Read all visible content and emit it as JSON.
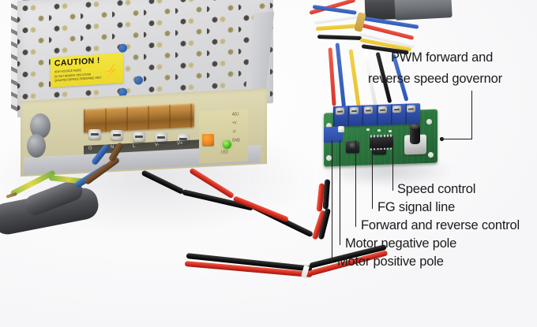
{
  "image": {
    "kind": "product-photo-with-annotations",
    "subject": "PWM forward and reverse speed governor wired to a switching power supply and a DC gear motor",
    "background_color": "#fcfcfd",
    "annotation_text_color": "#1b1b1b",
    "leader_line_color": "#1d1d1d"
  },
  "annotations": [
    {
      "id": "pwm-governor",
      "lines": [
        "PWM forward and",
        "reverse speed governor"
      ],
      "line1": "PWM forward and",
      "line2": "reverse speed governor",
      "points_to": "controller-board-right-edge"
    },
    {
      "id": "speed-control",
      "label": "Speed control",
      "points_to": "potentiometer-knob"
    },
    {
      "id": "fg-signal-line",
      "label": "FG signal line",
      "points_to": "terminal-5"
    },
    {
      "id": "forward-reverse-control",
      "label": "Forward and reverse control",
      "points_to": "terminal-4"
    },
    {
      "id": "motor-negative-pole",
      "label": "Motor negative pole",
      "points_to": "terminal-2"
    },
    {
      "id": "motor-positive-pole",
      "label": "Motor positive pole",
      "points_to": "terminal-1"
    }
  ],
  "power_supply": {
    "caution_label": {
      "title": "CAUTION !",
      "bolt_icon": "lightning-bolt-icon",
      "fine_print": [
        "HIGH VOLTAGE INSIDE",
        "DO NOT REMOVE THIS COVER",
        "QUALIFIED SERVICE PERSONNEL ONLY"
      ],
      "background_color": "#eed92d"
    },
    "terminal_labels": [
      "G",
      "N",
      "L",
      "V-",
      "V+"
    ],
    "indicator_label": "LED",
    "indicator_color": "#4fc31f",
    "trimpot_color": "#e8821a",
    "board_silk": [
      "ADJ",
      "+V",
      "-V",
      "GND"
    ],
    "case_color": "#d8d9dd",
    "copper_strip_color": "#b8823a"
  },
  "controller_board": {
    "pcb_color": "#2f7a42",
    "terminal_block_color": "#2f4fab",
    "terminal_count": 6,
    "button_count": 2,
    "has_ic_chip": true,
    "has_potentiometer": true
  },
  "wiring": {
    "mains_cable": {
      "sheath_color": "#4a4c50",
      "conductors": [
        {
          "name": "earth",
          "color": "#7ab648"
        },
        {
          "name": "neutral",
          "color": "#2f5fa6"
        },
        {
          "name": "live",
          "color": "#6b4a2a"
        }
      ]
    },
    "supply_to_controller": [
      {
        "name": "negative",
        "color": "#111111"
      },
      {
        "name": "positive",
        "color": "#d42a1e"
      }
    ],
    "motor_harness": [
      {
        "name": "red",
        "color": "#d8352a"
      },
      {
        "name": "blue",
        "color": "#2d57b4"
      },
      {
        "name": "yellow",
        "color": "#e8c22c"
      },
      {
        "name": "white",
        "color": "#f2f2f0"
      },
      {
        "name": "black",
        "color": "#1a1a1a"
      }
    ],
    "wire_tie_color": "#c89c3e"
  }
}
